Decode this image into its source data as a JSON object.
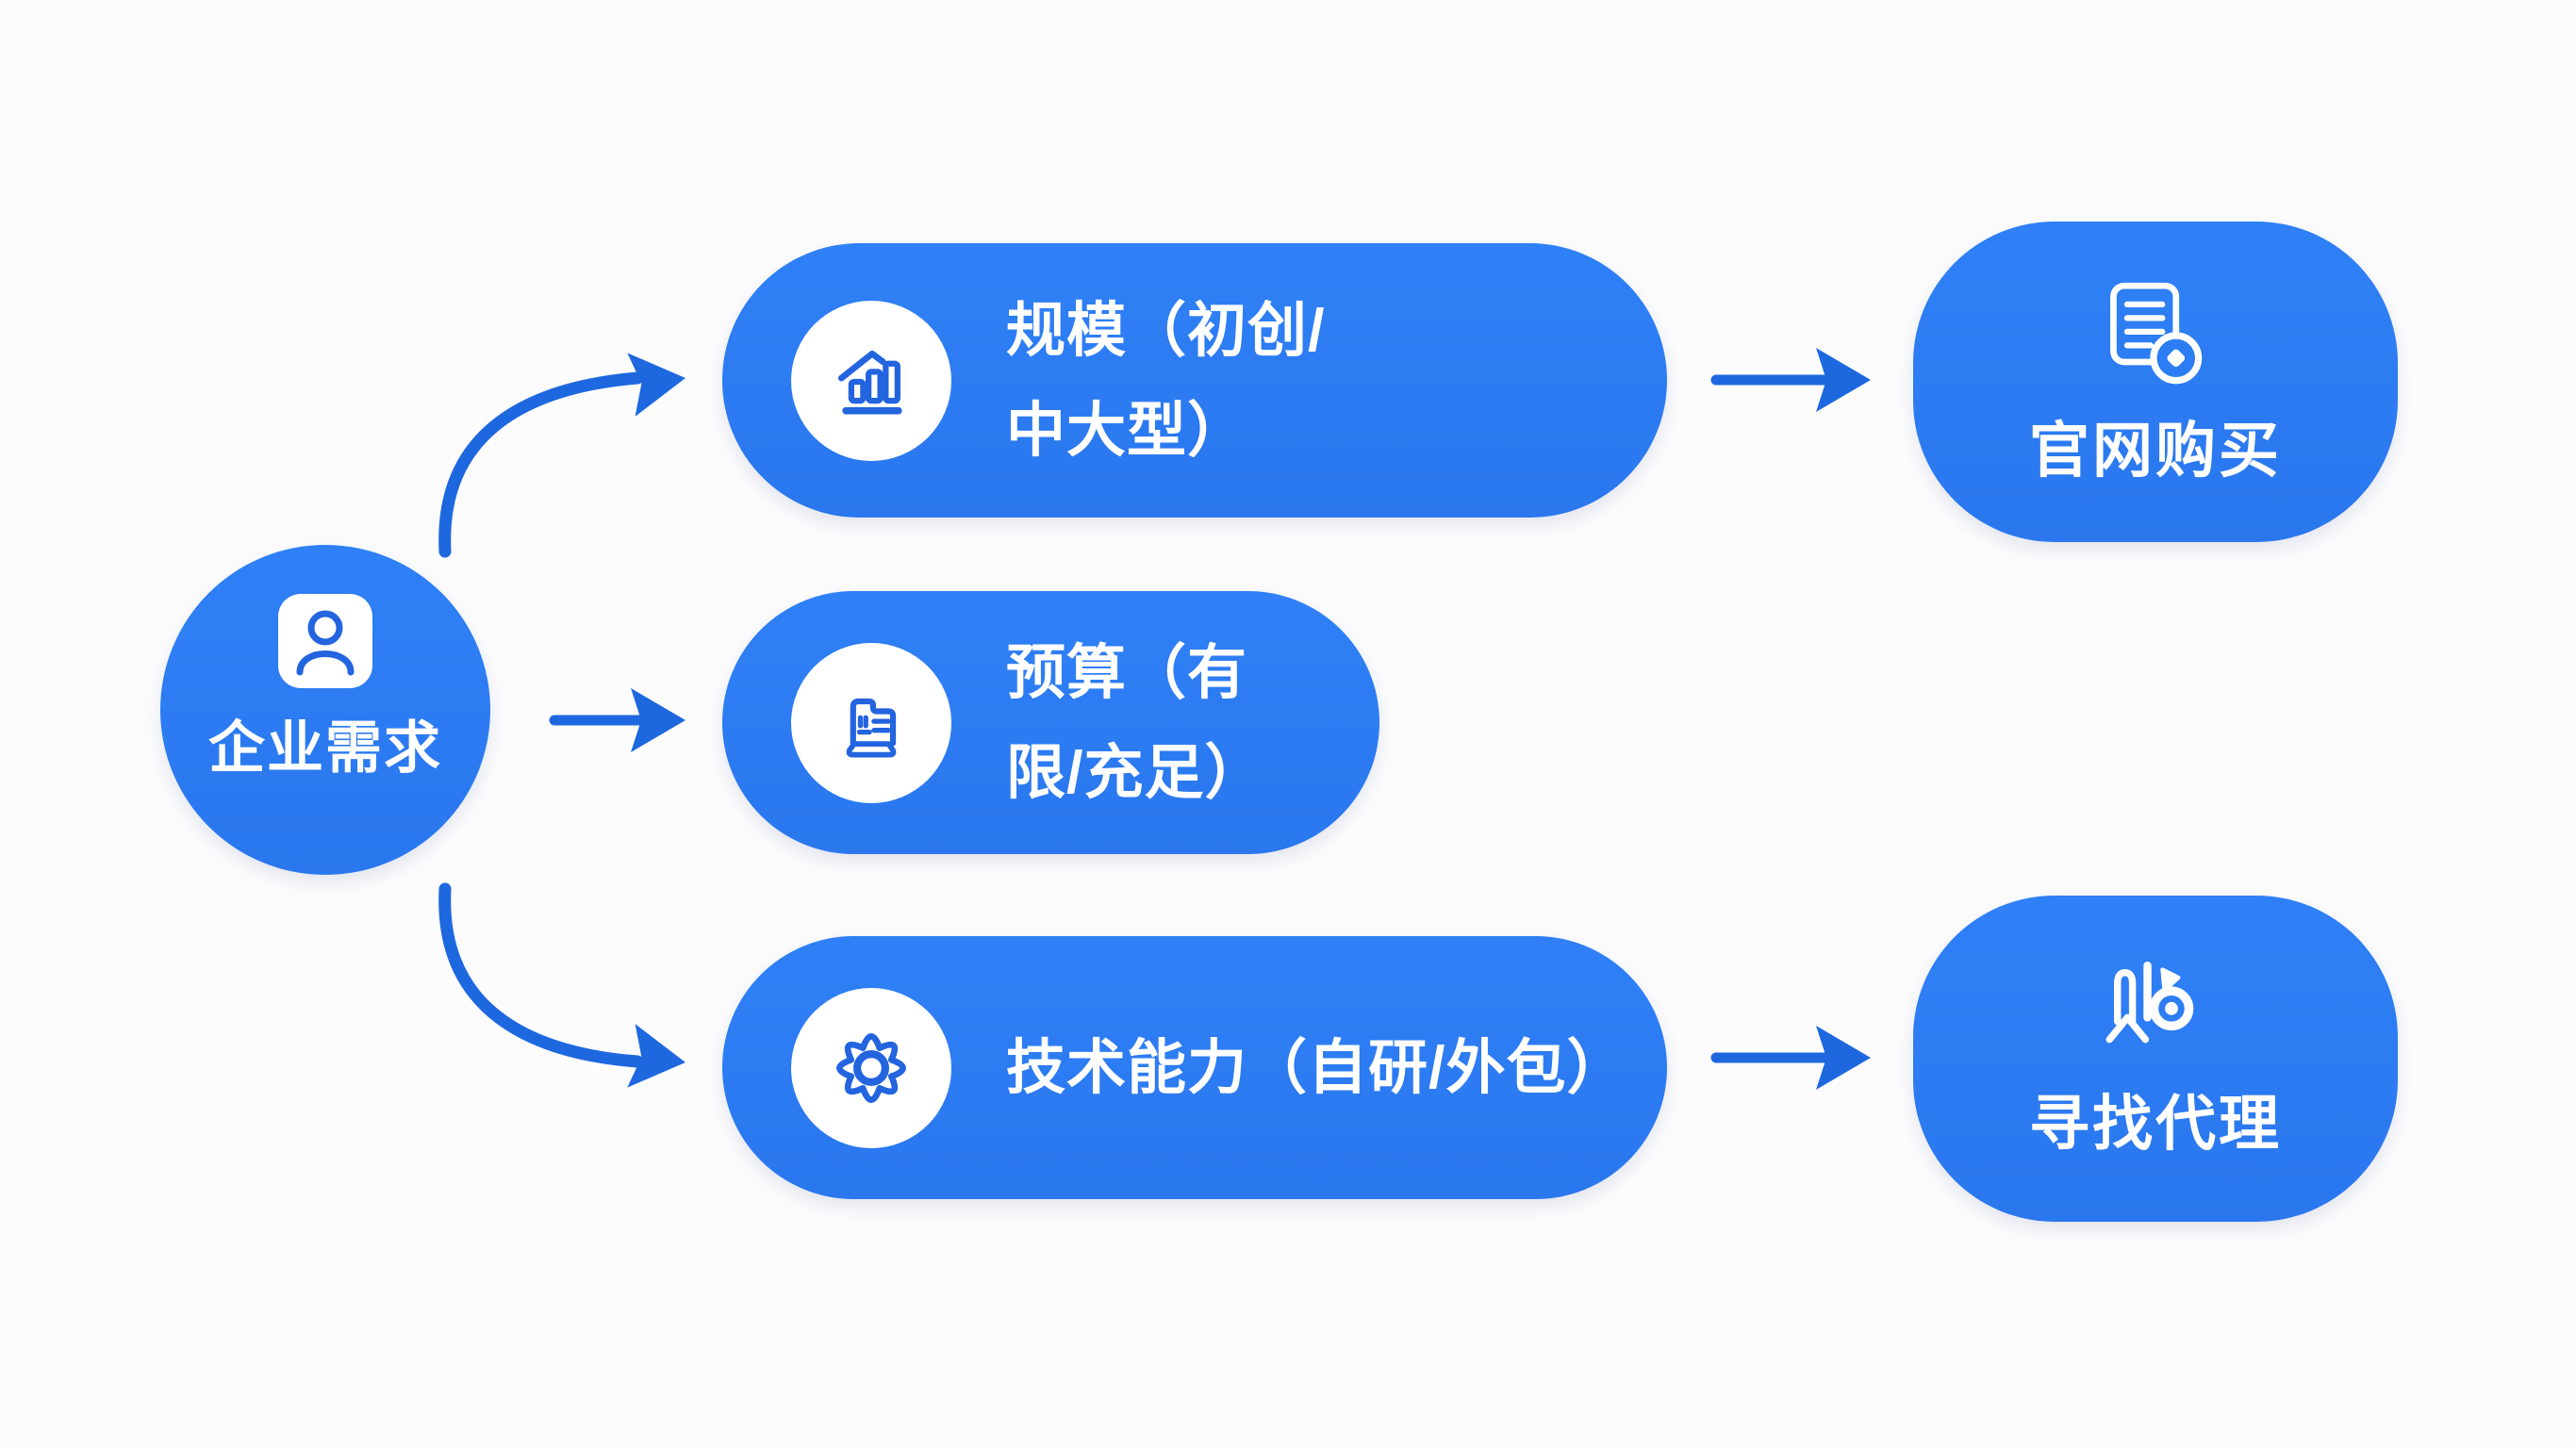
{
  "colors": {
    "primary_blue": "#2c7cf3",
    "arrow_blue": "#1e68df",
    "icon_stroke_blue": "#2364df",
    "node_text": "#ffffff",
    "background": "#fcfcfd"
  },
  "root_node": {
    "label": "企业需求",
    "icon": "person-icon"
  },
  "factors": [
    {
      "id": "scale",
      "icon": "bar-chart-icon",
      "label_lines": [
        "规模（初创/",
        "中大型）"
      ]
    },
    {
      "id": "budget",
      "icon": "document-ledger-icon",
      "label_lines": [
        "预算（有",
        "限/充足）"
      ]
    },
    {
      "id": "tech",
      "icon": "gear-icon",
      "label_lines": [
        "技术能力（自研/外包）"
      ]
    }
  ],
  "outcomes": [
    {
      "id": "official-purchase",
      "icon": "document-coin-icon",
      "label": "官网购买"
    },
    {
      "id": "find-agent",
      "icon": "agent-badge-icon",
      "label": "寻找代理"
    }
  ]
}
